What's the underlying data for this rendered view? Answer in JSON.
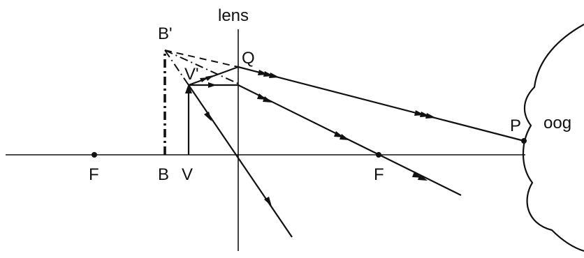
{
  "labels": {
    "lens": "lens",
    "eye": "oog",
    "focus_left": "F",
    "focus_right": "F",
    "image_base": "B",
    "object_base": "V",
    "image_top": "B'",
    "object_top": "V'",
    "lens_point": "Q",
    "eye_point": "P"
  },
  "colors": {
    "ink": "#111111",
    "background": "#ffffff"
  }
}
